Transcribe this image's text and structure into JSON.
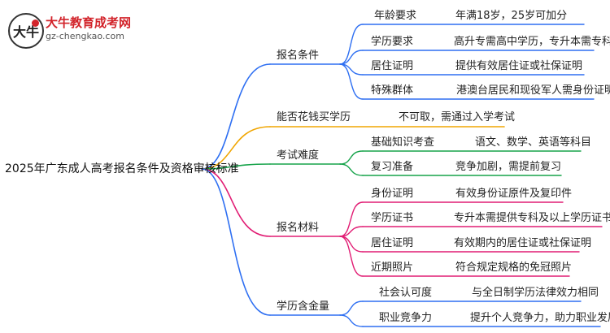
{
  "logo": {
    "title": "大牛教育成考网",
    "url": "gz-chengkao.com",
    "mark": "大牛"
  },
  "root": "2025年广东成人高考报名条件及资格审核标准",
  "branches": [
    {
      "label": "报名条件",
      "color": "#2e6ff2",
      "items": [
        {
          "key": "年龄要求",
          "value": "年满18岁，25岁可加分"
        },
        {
          "key": "学历要求",
          "value": "高升专需高中学历，专升本需专科"
        },
        {
          "key": "居住证明",
          "value": "提供有效居住证或社保证明"
        },
        {
          "key": "特殊群体",
          "value": "港澳台居民和现役军人需身份证明"
        }
      ]
    },
    {
      "label": "能否花钱买学历",
      "color": "#f0a500",
      "value": "不可取，需通过入学考试"
    },
    {
      "label": "考试难度",
      "color": "#16a34a",
      "items": [
        {
          "key": "基础知识考查",
          "value": "语文、数学、英语等科目"
        },
        {
          "key": "复习准备",
          "value": "竞争加剧，需提前复习"
        }
      ]
    },
    {
      "label": "报名材料",
      "color": "#e11d74",
      "items": [
        {
          "key": "身份证明",
          "value": "有效身份证原件及复印件"
        },
        {
          "key": "学历证书",
          "value": "专升本需提供专科及以上学历证书"
        },
        {
          "key": "居住证明",
          "value": "有效期内的居住证或社保证明"
        },
        {
          "key": "近期照片",
          "value": "符合规定规格的免冠照片"
        }
      ]
    },
    {
      "label": "学历含金量",
      "color": "#2e6ff2",
      "items": [
        {
          "key": "社会认可度",
          "value": "与全日制学历法律效力相同"
        },
        {
          "key": "职业竞争力",
          "value": "提升个人竞争力，助力职业发展"
        }
      ]
    }
  ]
}
